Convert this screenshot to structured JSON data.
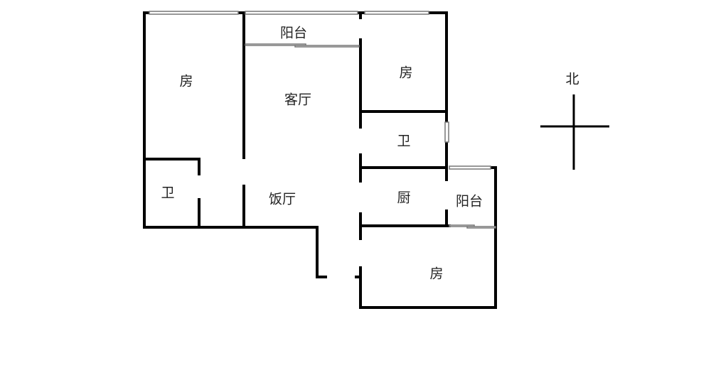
{
  "rooms": {
    "bedroom_west": "房",
    "balcony_north": "阳台",
    "living_room": "客厅",
    "bedroom_northeast": "房",
    "bathroom_east": "卫",
    "bathroom_west": "卫",
    "dining_room": "饭厅",
    "kitchen": "厨",
    "balcony_east": "阳台",
    "bedroom_south": "房"
  },
  "compass": {
    "north_label": "北"
  },
  "colors": {
    "wall": "#000000",
    "window": "#888888",
    "background": "#ffffff"
  }
}
